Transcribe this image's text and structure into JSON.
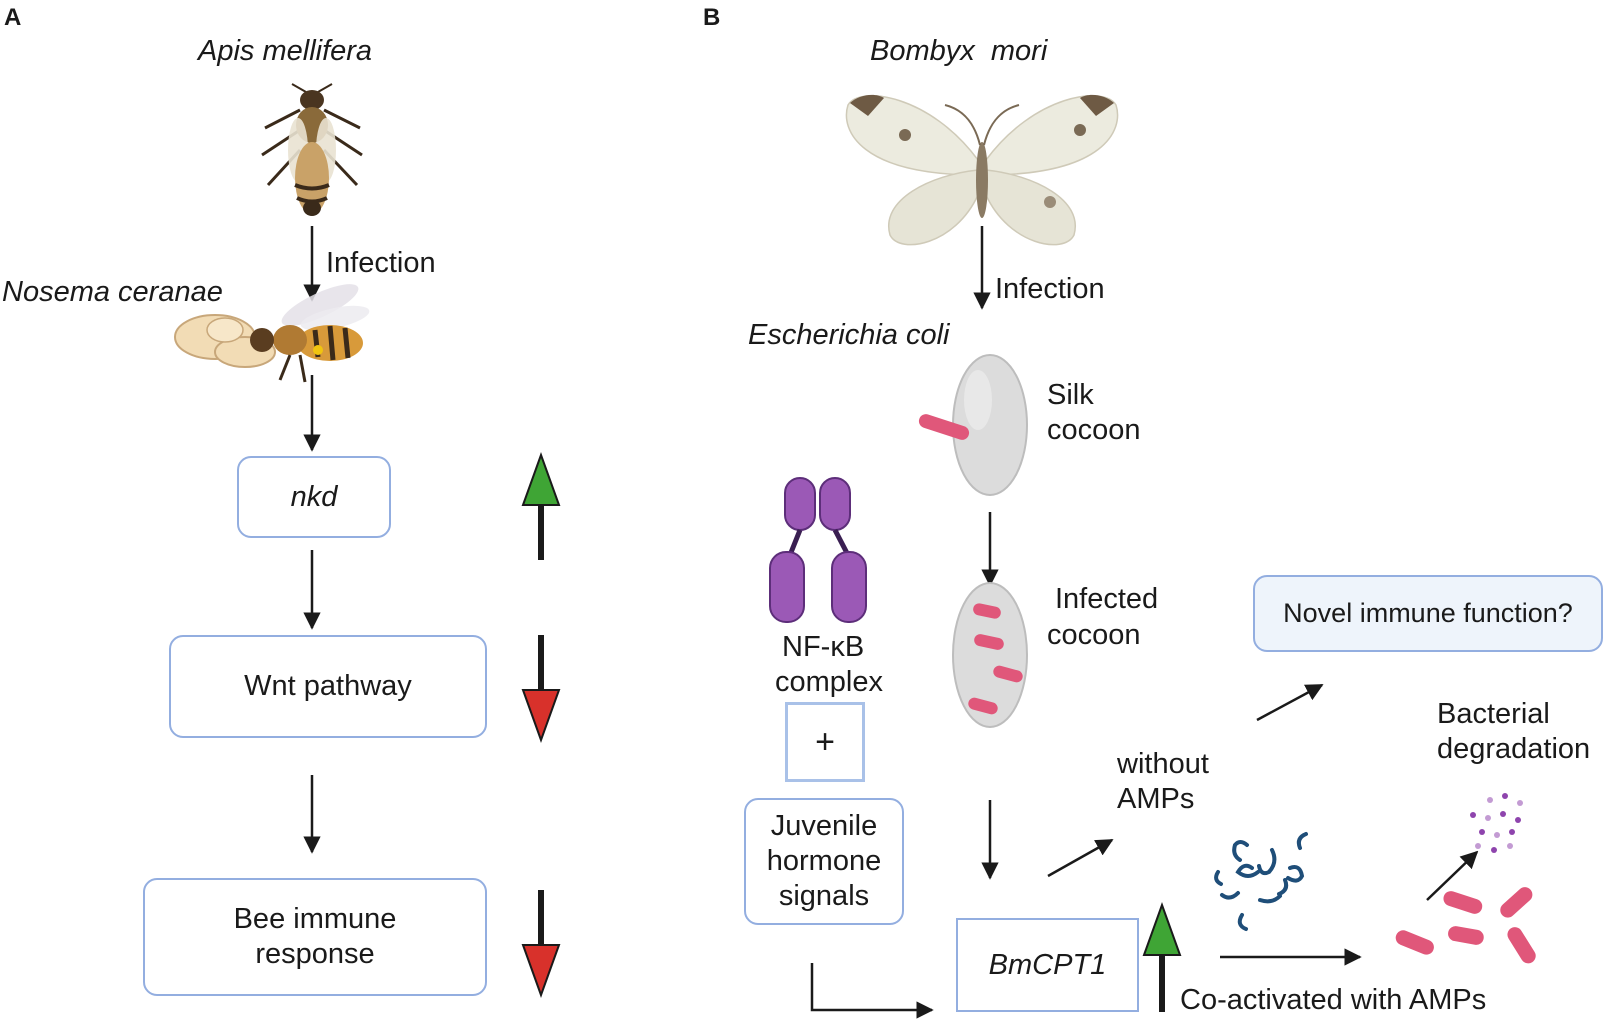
{
  "panel_a": {
    "letter": "A",
    "host": "Apis mellifera",
    "infection_label": "Infection",
    "pathogen": "Nosema ceranae",
    "boxes": {
      "nkd": "nkd",
      "wnt": "Wnt pathway",
      "immune_line1": "Bee immune",
      "immune_line2": "response"
    },
    "regulation": {
      "nkd": "up",
      "wnt": "down",
      "immune": "down"
    }
  },
  "panel_b": {
    "letter": "B",
    "host": "Bombyx  mori",
    "infection_label": "Infection",
    "pathogen": "Escherichia coli",
    "silk_cocoon_line1": "Silk",
    "silk_cocoon_line2": "cocoon",
    "infected_cocoon_line1": "Infected",
    "infected_cocoon_line2": "cocoon",
    "nfkb_line1": "NF-κB",
    "nfkb_line2": "complex",
    "plus": "+",
    "juvenile_line1": "Juvenile",
    "juvenile_line2": "hormone",
    "juvenile_line3": "signals",
    "bmcpt1": "BmCPT1",
    "without_line1": "without",
    "without_line2": "AMPs",
    "novel": "Novel immune function?",
    "bacterial_line1": "Bacterial",
    "bacterial_line2": "degradation",
    "coactivated": "Co-activated with AMPs",
    "regulation": {
      "bmcpt1": "up"
    }
  },
  "colors": {
    "box_border": "#93aee0",
    "up_arrow": "#3fa535",
    "down_arrow": "#d8312b",
    "bacteria": "#e0577a",
    "nfkb": "#9b59b6",
    "amp": "#1f4e79",
    "fragment": "#8e44ad"
  }
}
